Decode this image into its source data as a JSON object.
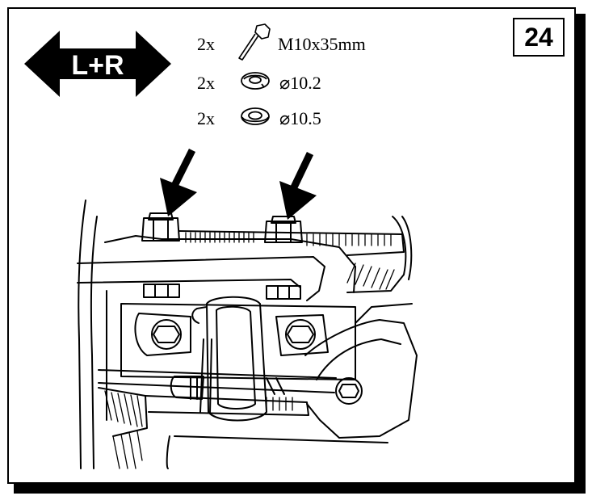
{
  "step_number": "24",
  "side_badge": "L+R",
  "parts": [
    {
      "qty": "2x",
      "icon": "bolt-icon",
      "spec": "M10x35mm"
    },
    {
      "qty": "2x",
      "icon": "spring-washer-icon",
      "spec": "⌀10.2"
    },
    {
      "qty": "2x",
      "icon": "flat-washer-icon",
      "spec": "⌀10.5"
    }
  ]
}
